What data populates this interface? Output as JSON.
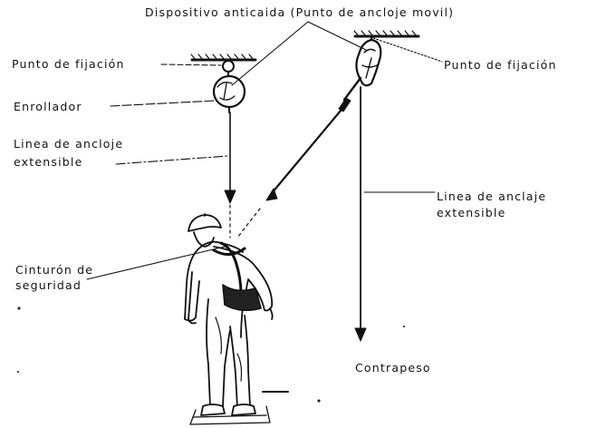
{
  "labels": {
    "dispositivo": "Dispositivo anticaida (Punto de ancloje movil)",
    "punto_fijacion_left": "Punto de fijación",
    "punto_fijacion_right": "Punto de fijación",
    "enrollador": "Enrollador",
    "linea_left_1": "Linea de ancloje",
    "linea_left_2": "extensible",
    "linea_right_1": "Linea de anclaje",
    "linea_right_2": "extensible",
    "cinturon_1": "Cinturón de",
    "cinturon_2": "seguridad",
    "contrapeso": "Contrapeso"
  },
  "colors": {
    "ink": "#111111",
    "paper": "#ffffff"
  }
}
